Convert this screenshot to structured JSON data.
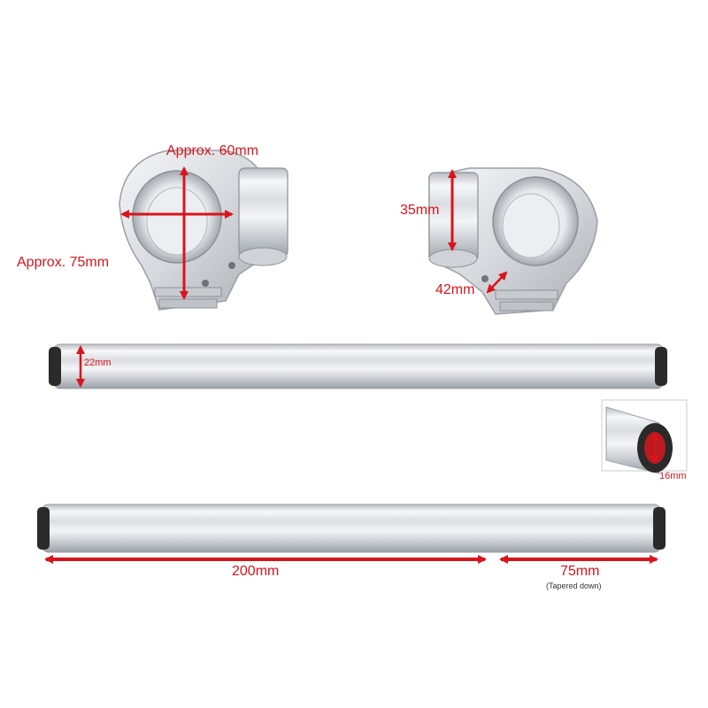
{
  "labels": {
    "clamp_width": "Approx. 60mm",
    "clamp_height": "Approx. 75mm",
    "clamp_side_height": "35mm",
    "clamp_bore": "42mm",
    "bar_diameter": "22mm",
    "inner_diameter": "16mm",
    "bar_length": "200mm",
    "taper_length": "75mm",
    "taper_note": "(Tapered down)"
  },
  "colors": {
    "annotation": "#d8141c",
    "metal_light": "#f2f3f5",
    "metal_mid": "#c9ccd1",
    "metal_dark": "#8d9198",
    "end_cap": "#2a2a2a"
  }
}
